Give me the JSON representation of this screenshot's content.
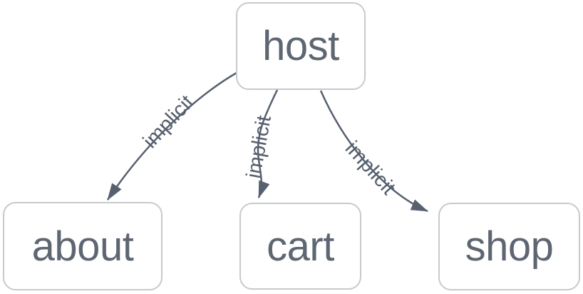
{
  "diagram": {
    "nodes": [
      {
        "id": "host",
        "label": "host"
      },
      {
        "id": "about",
        "label": "about"
      },
      {
        "id": "cart",
        "label": "cart"
      },
      {
        "id": "shop",
        "label": "shop"
      }
    ],
    "edges": [
      {
        "from": "host",
        "to": "about",
        "label": "implicit"
      },
      {
        "from": "host",
        "to": "cart",
        "label": "implicit"
      },
      {
        "from": "host",
        "to": "shop",
        "label": "implicit"
      }
    ],
    "colors": {
      "background": "#ffffff",
      "node_fill": "#ffffff",
      "node_border": "#c7c9cb",
      "node_text": "#5e6672",
      "edge_stroke": "#57606f",
      "edge_label_text": "#57606f"
    }
  }
}
